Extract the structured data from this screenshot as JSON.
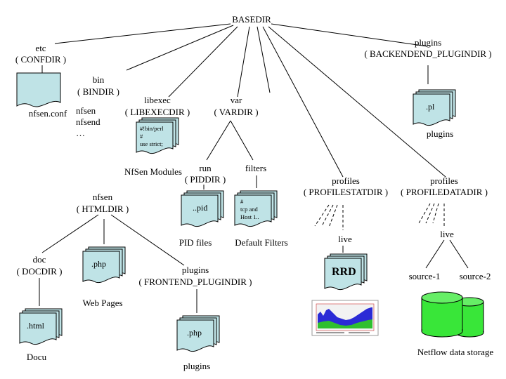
{
  "colors": {
    "document_fill": "#bfe3e6",
    "document_stroke": "#000000",
    "line": "#000000",
    "storage_green": "#39e639",
    "chart_blue": "#2b2bd6",
    "chart_green": "#2fbf2f"
  },
  "nodes": {
    "basedir": {
      "name": "BASEDIR"
    },
    "etc": {
      "name": "etc",
      "var": "( CONFDIR )",
      "file": "nfsen.conf"
    },
    "bin": {
      "name": "bin",
      "var": "( BINDIR )",
      "files": [
        "nfsen",
        "nfsend",
        "…"
      ]
    },
    "libexec": {
      "name": "libexec",
      "var": "( LIBEXECDIR )",
      "code_lines": [
        "#!bin/perl",
        "#",
        "use strict;"
      ],
      "caption": "NfSen Modules"
    },
    "var": {
      "name": "var",
      "var": "( VARDIR )"
    },
    "run": {
      "name": "run",
      "var": "( PIDDIR )",
      "doc": "..pid",
      "caption": "PID files"
    },
    "filters": {
      "name": "filters",
      "code_lines": [
        "#",
        "tcp and",
        "Host 1.."
      ],
      "caption": "Default Filters"
    },
    "backend_plugins": {
      "name": "plugins",
      "var": "( BACKENDEND_PLUGINDIR )",
      "doc": ".pl",
      "caption": "plugins"
    },
    "profilestat": {
      "name": "profiles",
      "var": "( PROFILESTATDIR )",
      "live": "live",
      "doc": "RRD"
    },
    "profiledata": {
      "name": "profiles",
      "var": "( PROFILEDATADIR )",
      "live": "live",
      "sources": [
        "source-1",
        "source-2"
      ],
      "caption": "Netflow data storage"
    },
    "htmldir": {
      "name": "nfsen",
      "var": "( HTMLDIR )"
    },
    "doc": {
      "name": "doc",
      "var": "( DOCDIR )",
      "doc": ".html",
      "caption": "Docu"
    },
    "webpages": {
      "doc": ".php",
      "caption": "Web Pages"
    },
    "frontend_plugins": {
      "name": "plugins",
      "var": "( FRONTEND_PLUGINDIR )",
      "doc": ".php",
      "caption": "plugins"
    }
  },
  "icons": [
    "document-icon",
    "document-stack-icon",
    "rrd-graph-thumbnail",
    "storage-cylinder-icon"
  ]
}
